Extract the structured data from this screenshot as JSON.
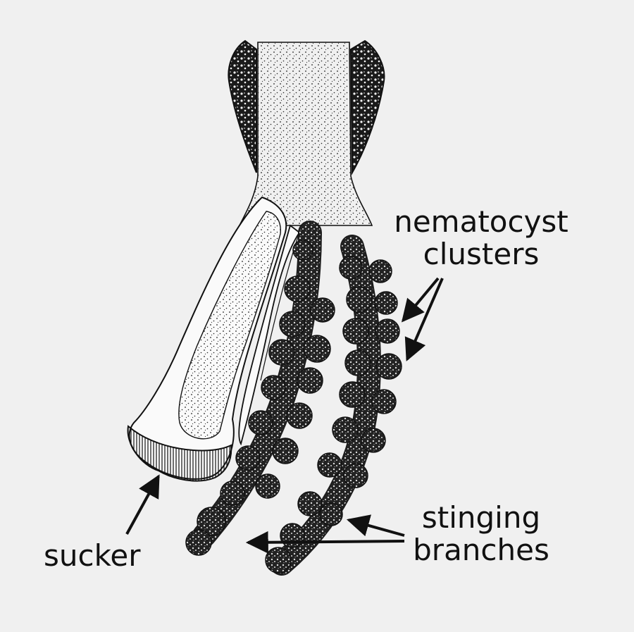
{
  "labels": {
    "nematocyst_line1": "nematocyst",
    "nematocyst_line2": "clusters",
    "stinging_line1": "stinging",
    "stinging_line2": "branches",
    "sucker": "sucker"
  },
  "colors": {
    "background": "#f0f0f0",
    "ink": "#111111",
    "paper": "#fafafa"
  }
}
